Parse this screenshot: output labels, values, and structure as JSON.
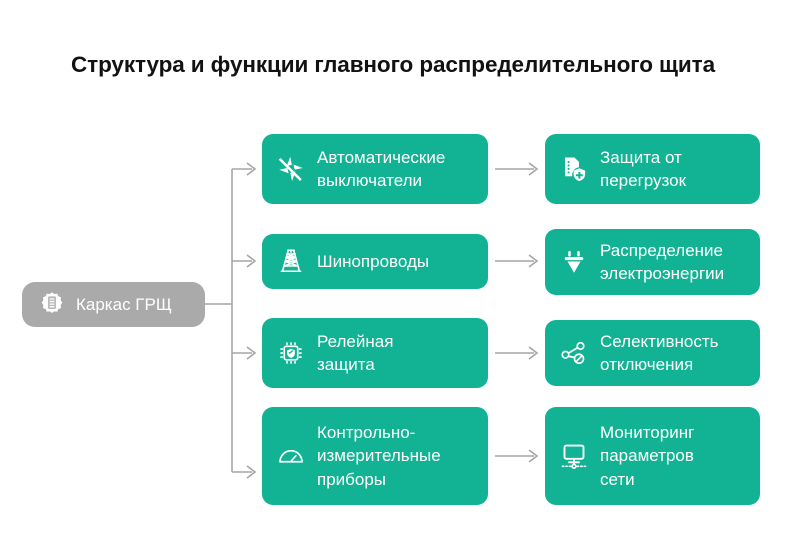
{
  "page": {
    "title": "Структура и функции главного распределительного щита",
    "background_color": "#ffffff",
    "accent_color": "#12b394",
    "root_color": "#aaaaaa",
    "connector_color": "#a6a6a6",
    "text_color": "#ffffff",
    "title_color": "#121212"
  },
  "diagram": {
    "type": "tree",
    "root": {
      "label": "Каркас ГРЩ",
      "icon": "factory-gear-icon"
    },
    "branches": [
      {
        "component": {
          "label": "Автоматические\nвыключатели",
          "icon": "circuit-breaker-bolt-icon"
        },
        "function": {
          "label": "Защита от\nперегрузок",
          "icon": "document-shield-plus-icon"
        }
      },
      {
        "component": {
          "label": "Шинопроводы",
          "icon": "transmission-tower-icon"
        },
        "function": {
          "label": "Распределение\nэлектроэнергии",
          "icon": "power-plug-icon"
        }
      },
      {
        "component": {
          "label": "Релейная\nзащита",
          "icon": "chip-shield-icon"
        },
        "function": {
          "label": "Селективность\nотключения",
          "icon": "network-nodes-block-icon"
        }
      },
      {
        "component": {
          "label": "Контрольно-\nизмерительные\nприборы",
          "icon": "gauge-meter-icon"
        },
        "function": {
          "label": "Мониторинг\nпараметров\nсети",
          "icon": "monitor-network-icon"
        }
      }
    ]
  }
}
